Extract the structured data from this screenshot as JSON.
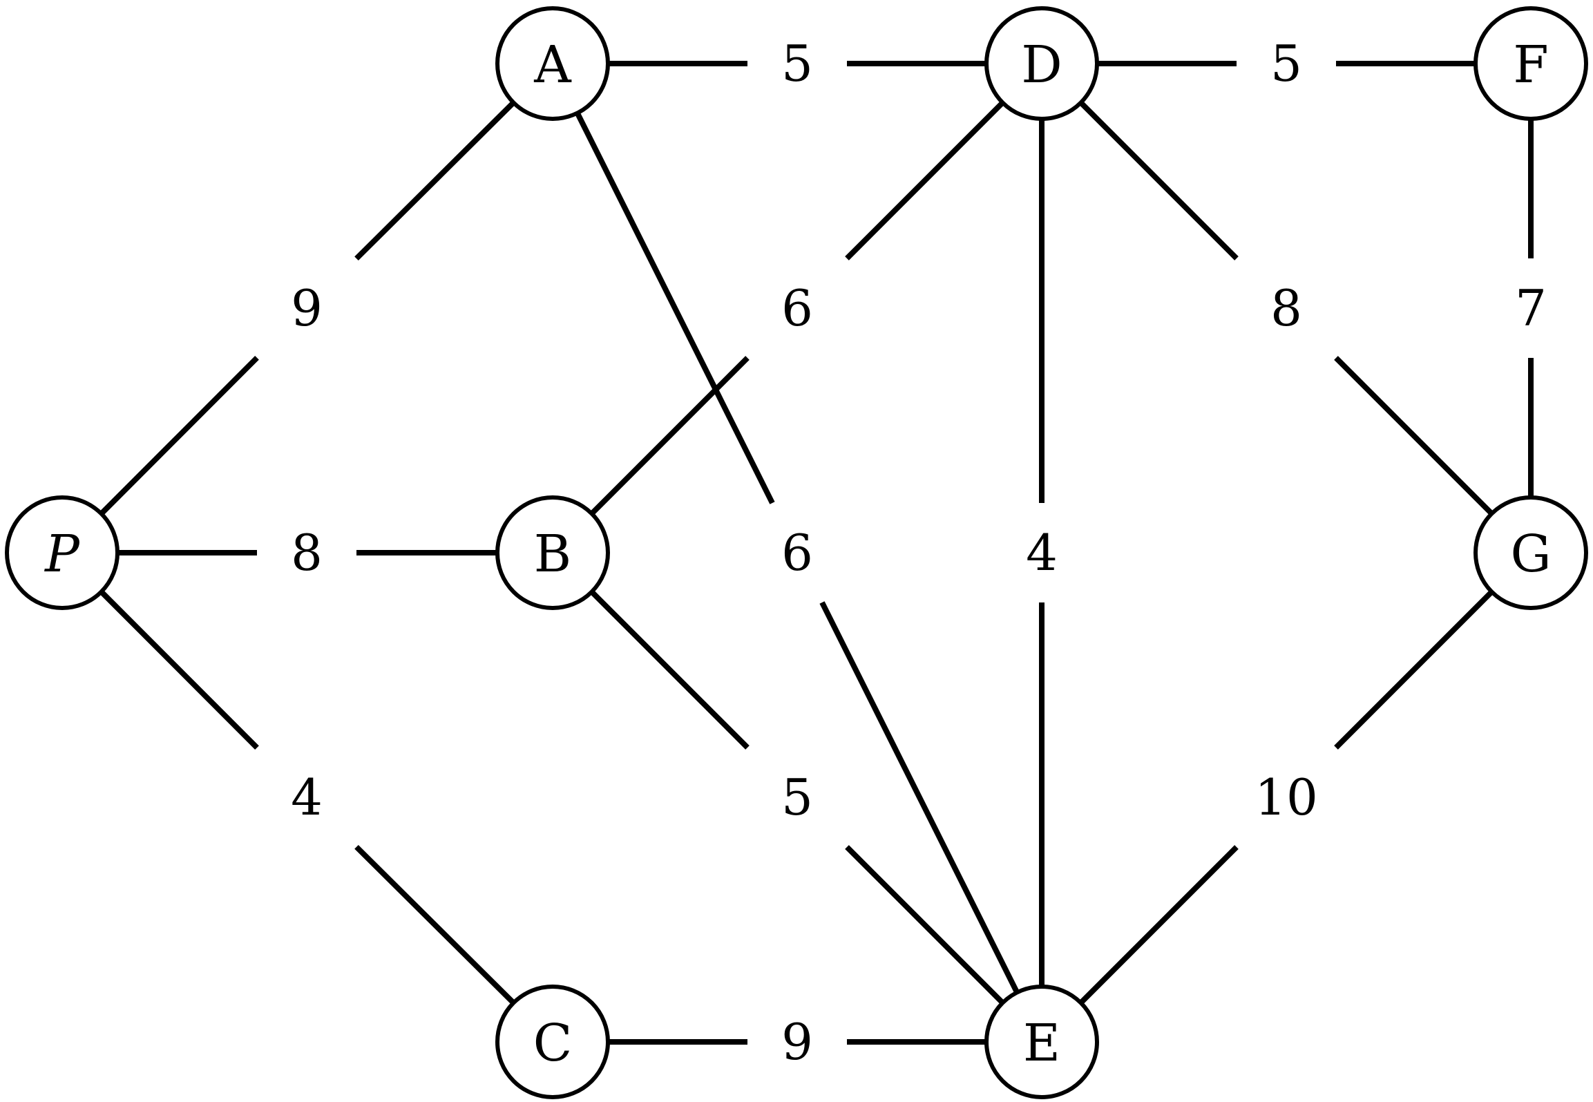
{
  "graph": {
    "nodes": [
      {
        "id": "A",
        "label": "A",
        "italic": false
      },
      {
        "id": "D",
        "label": "D",
        "italic": false
      },
      {
        "id": "F",
        "label": "F",
        "italic": false
      },
      {
        "id": "P",
        "label": "P",
        "italic": true
      },
      {
        "id": "B",
        "label": "B",
        "italic": false
      },
      {
        "id": "G",
        "label": "G",
        "italic": false
      },
      {
        "id": "C",
        "label": "C",
        "italic": false
      },
      {
        "id": "E",
        "label": "E",
        "italic": false
      }
    ],
    "edges": [
      {
        "id": "A-D",
        "from": "A",
        "to": "D",
        "weight": "5"
      },
      {
        "id": "D-F",
        "from": "D",
        "to": "F",
        "weight": "5"
      },
      {
        "id": "P-A",
        "from": "P",
        "to": "A",
        "weight": "9"
      },
      {
        "id": "B-D",
        "from": "B",
        "to": "D",
        "weight": "6"
      },
      {
        "id": "D-G",
        "from": "D",
        "to": "G",
        "weight": "8"
      },
      {
        "id": "F-G",
        "from": "F",
        "to": "G",
        "weight": "7"
      },
      {
        "id": "P-B",
        "from": "P",
        "to": "B",
        "weight": "8"
      },
      {
        "id": "A-E",
        "from": "A",
        "to": "E",
        "weight": "6"
      },
      {
        "id": "D-E",
        "from": "D",
        "to": "E",
        "weight": "4"
      },
      {
        "id": "P-C",
        "from": "P",
        "to": "C",
        "weight": "4"
      },
      {
        "id": "B-E",
        "from": "B",
        "to": "E",
        "weight": "5"
      },
      {
        "id": "G-E",
        "from": "G",
        "to": "E",
        "weight": "10"
      },
      {
        "id": "C-E",
        "from": "C",
        "to": "E",
        "weight": "9"
      }
    ]
  }
}
